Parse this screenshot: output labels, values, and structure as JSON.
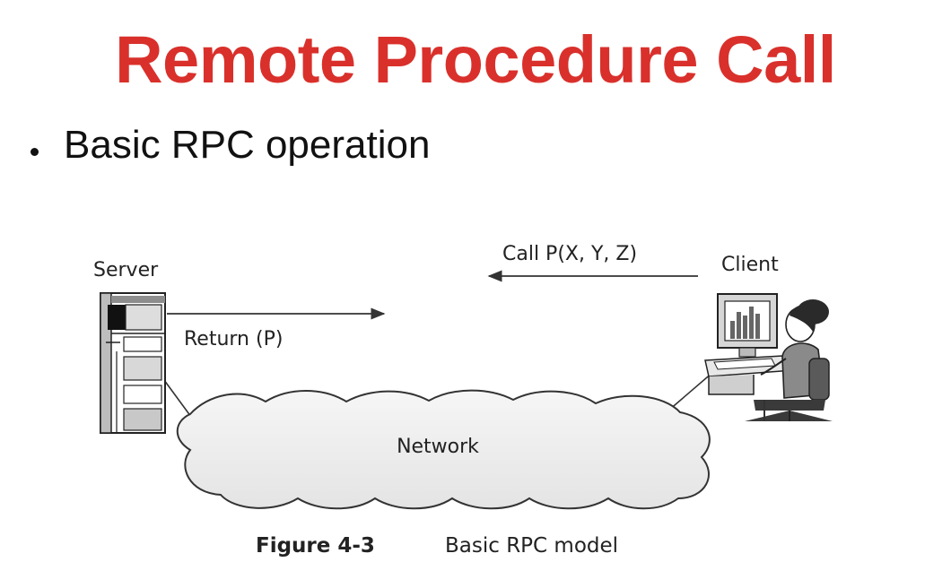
{
  "slide": {
    "title": "Remote Procedure Call",
    "bullet": "Basic RPC operation"
  },
  "diagram": {
    "server_label": "Server",
    "client_label": "Client",
    "call_label": "Call P(X, Y, Z)",
    "return_label": "Return (P)",
    "network_label": "Network"
  },
  "caption": {
    "figure_number": "Figure 4-3",
    "text": "Basic RPC model"
  },
  "colors": {
    "title": "#d9302b",
    "cloud_fill": "#f0f0f0",
    "line": "#333333"
  }
}
